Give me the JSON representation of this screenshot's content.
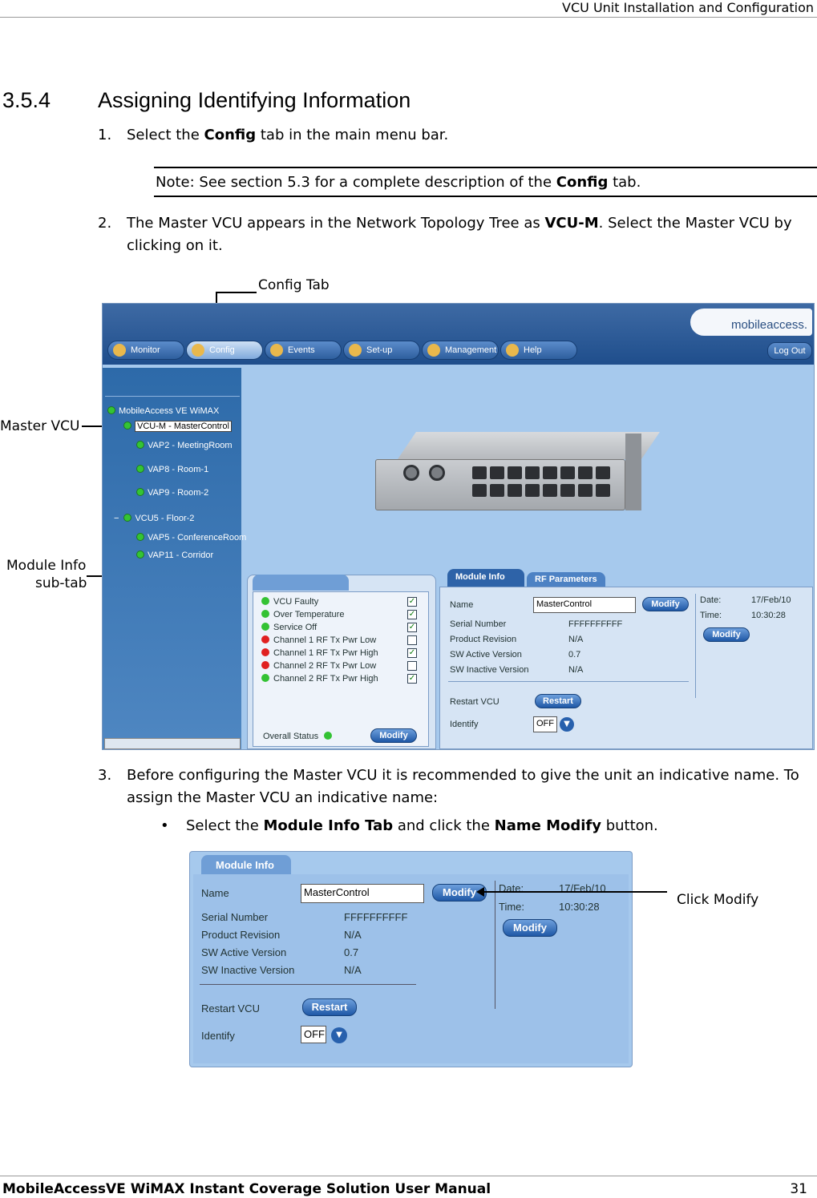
{
  "header": {
    "title": "VCU Unit Installation and Configuration"
  },
  "section": {
    "number": "3.5.4",
    "title": "Assigning Identifying Information"
  },
  "steps": [
    {
      "num": "1.",
      "pre": "Select the ",
      "bold": "Config",
      "post": " tab in the main menu bar."
    },
    {
      "num": "2.",
      "pre": "The Master VCU appears in the Network Topology Tree as ",
      "bold": "VCU-M",
      "post": ". Select the Master VCU by clicking on it."
    },
    {
      "num": "3.",
      "text": "Before configuring the Master VCU it is recommended to give the unit an indicative name. To assign the Master VCU an indicative name:"
    }
  ],
  "note": {
    "pre": "Note: See section 5.3 for a complete description of the ",
    "bold": "Config",
    "post": " tab."
  },
  "bullet": {
    "pre": "Select the ",
    "bold1": "Module Info Tab",
    "mid": " and click the ",
    "bold2": "Name Modify",
    "post": " button."
  },
  "callouts": {
    "config_tab": "Config Tab",
    "master_vcu": "Master VCU",
    "module_info_l1": "Module Info",
    "module_info_l2": "sub-tab",
    "click_modify": "Click Modify"
  },
  "app": {
    "logo": "mobileaccess.",
    "tabs": [
      "Monitor",
      "Config",
      "Events",
      "Set-up",
      "Management",
      "Help"
    ],
    "logout": "Log Out",
    "tree": [
      {
        "label": "MobileAccess VE WiMAX"
      },
      {
        "label": "VCU-M - MasterControl"
      },
      {
        "label": "VAP2 - MeetingRoom"
      },
      {
        "label": "VAP8 - Room-1"
      },
      {
        "label": "VAP9 - Room-2"
      },
      {
        "label": "VCU5 - Floor-2"
      },
      {
        "label": "VAP5 - ConferenceRoom"
      },
      {
        "label": "VAP11 - Corridor"
      }
    ],
    "alarms": [
      {
        "label": "VCU Faulty",
        "color": "#33c233",
        "checked": true
      },
      {
        "label": "Over Temperature",
        "color": "#33c233",
        "checked": true
      },
      {
        "label": "Service Off",
        "color": "#33c233",
        "checked": true
      },
      {
        "label": "Channel 1 RF Tx Pwr Low",
        "color": "#e02020",
        "checked": false
      },
      {
        "label": "Channel 1 RF Tx Pwr High",
        "color": "#e02020",
        "checked": true
      },
      {
        "label": "Channel 2 RF Tx Pwr Low",
        "color": "#e02020",
        "checked": false
      },
      {
        "label": "Channel 2 RF Tx Pwr High",
        "color": "#33c233",
        "checked": true
      }
    ],
    "overall_status": "Overall Status",
    "modify": "Modify",
    "subtabs": {
      "module_info": "Module Info",
      "rf_parameters": "RF Parameters"
    },
    "module": {
      "name_label": "Name",
      "name_value": "MasterControl",
      "serial_label": "Serial Number",
      "serial_value": "FFFFFFFFFF",
      "revision_label": "Product Revision",
      "revision_value": "N/A",
      "sw_active_label": "SW Active Version",
      "sw_active_value": "0.7",
      "sw_inactive_label": "SW Inactive Version",
      "sw_inactive_value": "N/A",
      "restart_label": "Restart VCU",
      "restart_button": "Restart",
      "identify_label": "Identify",
      "identify_value": "OFF",
      "date_label": "Date:",
      "date_value": "17/Feb/10",
      "time_label": "Time:",
      "time_value": "10:30:28"
    }
  },
  "footer": {
    "left": "MobileAccessVE WiMAX Instant Coverage Solution User Manual",
    "page": "31"
  }
}
